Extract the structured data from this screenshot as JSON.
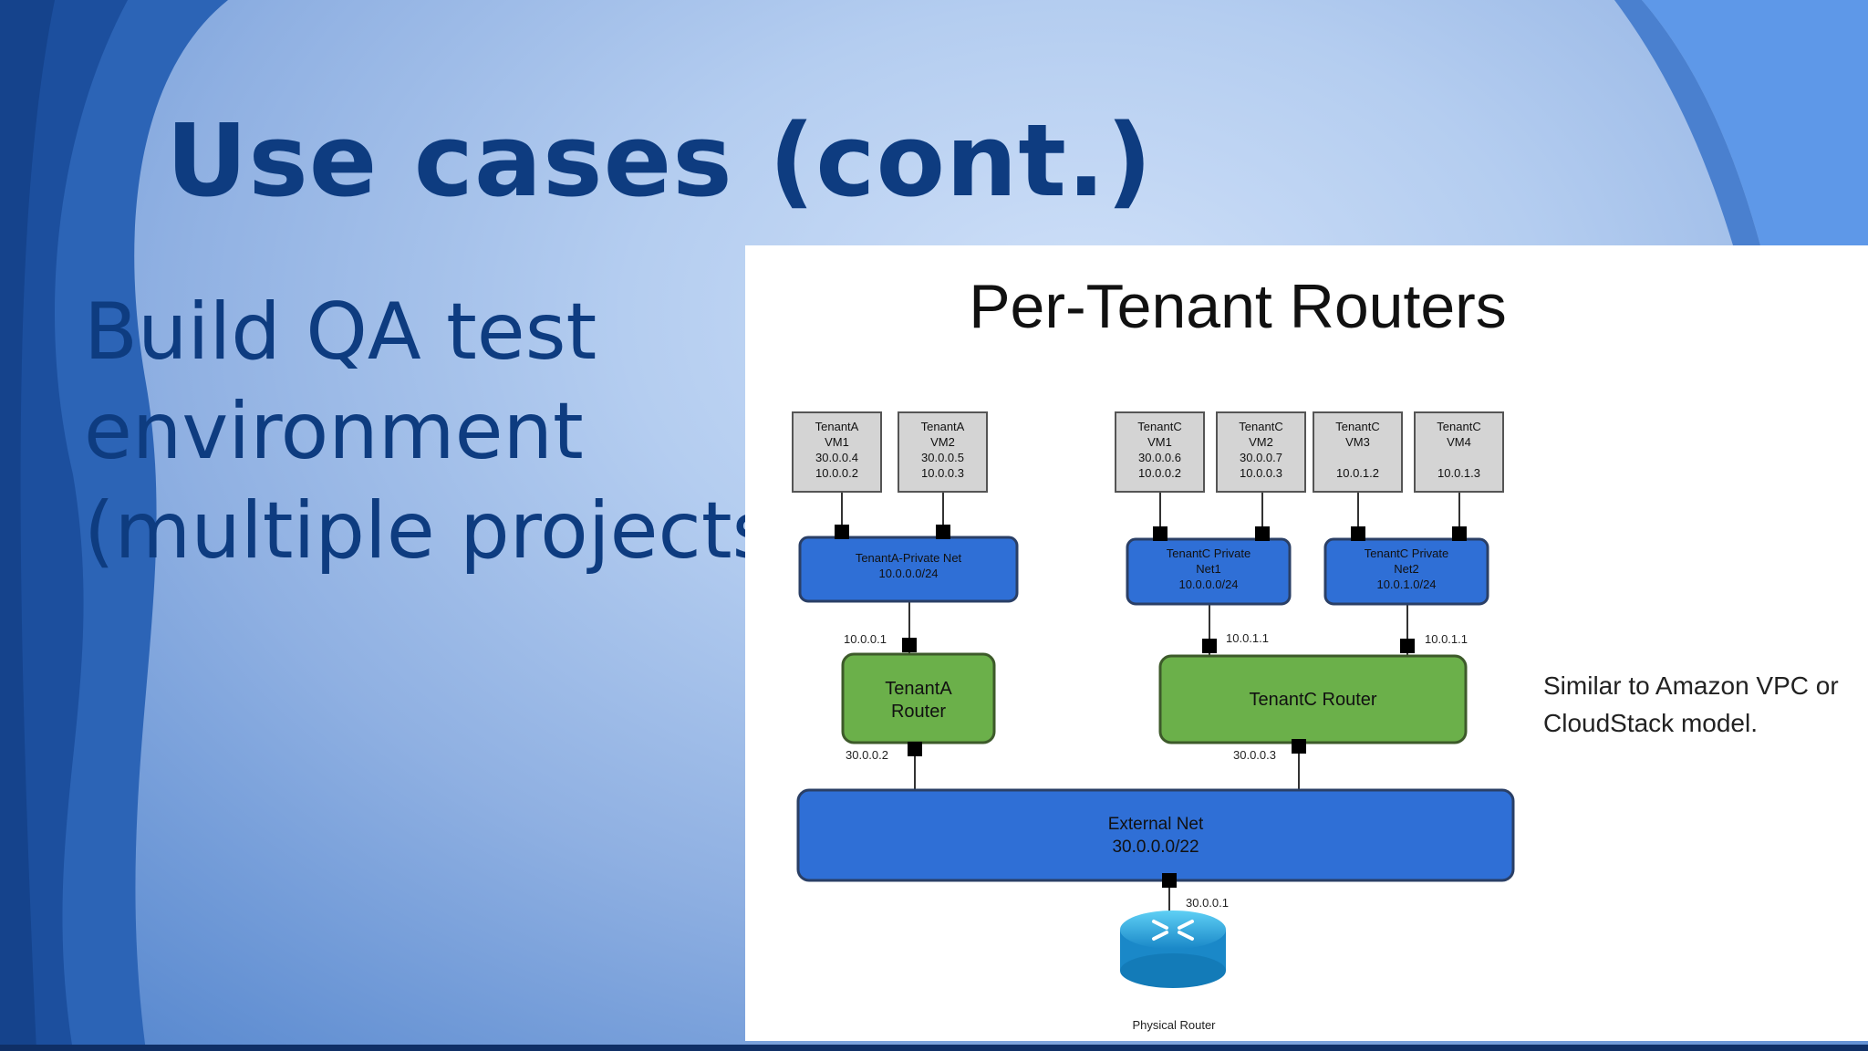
{
  "slide": {
    "title": "Use cases (cont.)",
    "bullet_lines": [
      "Build QA test",
      "environment",
      "(multiple projects"
    ]
  },
  "figure": {
    "title": "Per-Tenant Routers",
    "note_lines": [
      "Similar to Amazon VPC or",
      "CloudStack model."
    ],
    "vms": [
      {
        "lines": [
          "TenantA",
          "VM1",
          "30.0.0.4",
          "10.0.0.2"
        ]
      },
      {
        "lines": [
          "TenantA",
          "VM2",
          "30.0.0.5",
          "10.0.0.3"
        ]
      },
      {
        "lines": [
          "TenantC",
          "VM1",
          "30.0.0.6",
          "10.0.0.2"
        ]
      },
      {
        "lines": [
          "TenantC",
          "VM2",
          "30.0.0.7",
          "10.0.0.3"
        ]
      },
      {
        "lines": [
          "TenantC",
          "VM3",
          "",
          "10.0.1.2"
        ]
      },
      {
        "lines": [
          "TenantC",
          "VM4",
          "",
          "10.0.1.3"
        ]
      }
    ],
    "nets": [
      {
        "lines": [
          "TenantA-Private Net",
          "10.0.0.0/24"
        ]
      },
      {
        "lines": [
          "TenantC Private",
          "Net1",
          "10.0.0.0/24"
        ]
      },
      {
        "lines": [
          "TenantC Private",
          "Net2",
          "10.0.1.0/24"
        ]
      }
    ],
    "routers": [
      {
        "lines": [
          "TenantA",
          "Router"
        ]
      },
      {
        "lines": [
          "TenantC Router"
        ]
      }
    ],
    "ports": {
      "a_up": "10.0.0.1",
      "c_up1": "10.0.1.1",
      "c_up2": "10.0.1.1",
      "a_down": "30.0.0.2",
      "c_down": "30.0.0.3",
      "ext_down": "30.0.0.1"
    },
    "external_net": {
      "lines": [
        "External Net",
        "30.0.0.0/22"
      ]
    },
    "physical_router_label": "Physical Router"
  },
  "colors": {
    "title_text": "#0e3c80",
    "net_blue": "#2f6fd6",
    "router_green": "#6bb04a",
    "vm_gray": "#d4d4d4"
  }
}
